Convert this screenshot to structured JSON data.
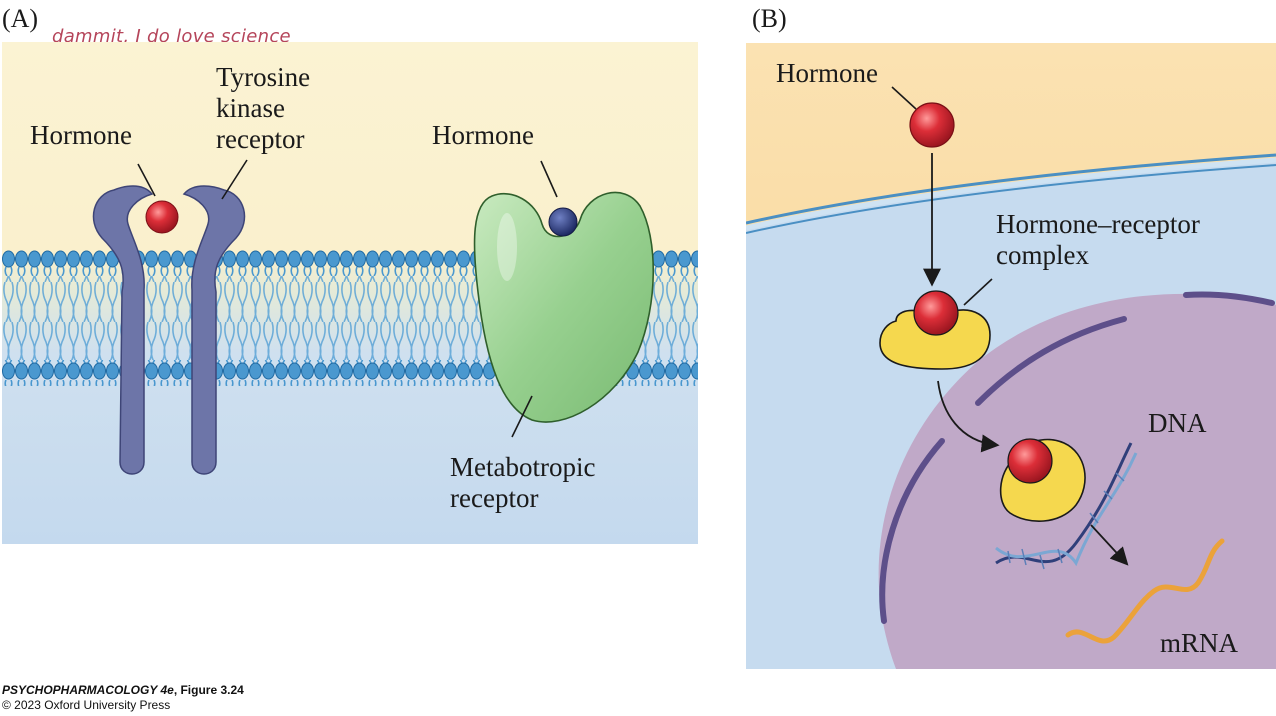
{
  "panel_a": {
    "letter": "(A)",
    "handwritten_note": "dammit, I do love science",
    "hormone_left_label": "Hormone",
    "tyrosine_label": "Tyrosine\nkinase\nreceptor",
    "hormone_right_label": "Hormone",
    "metabotropic_label": "Metabotropic\nreceptor"
  },
  "panel_b": {
    "letter": "(B)",
    "hormone_label": "Hormone",
    "complex_label": "Hormone–receptor\ncomplex",
    "dna_label": "DNA",
    "mrna_label": "mRNA"
  },
  "credit": {
    "title": "PSYCHOPHARMACOLOGY 4e",
    "figure": ", Figure 3.24",
    "copyright": "© 2023 Oxford University Press"
  },
  "colors": {
    "extracellular": "#fbf2cf",
    "intracellular": "#c6dbef",
    "lipid_head": "#3f8fc7",
    "tyrosine_receptor": "#6d75a8",
    "metabotropic_receptor": "#8fcb8a",
    "hormone_red": "#d72a34",
    "hormone_blue": "#2c3a7a",
    "nucleus": "#c0a9c8",
    "receptor_yellow": "#f5d84e",
    "mrna": "#eba23a"
  }
}
